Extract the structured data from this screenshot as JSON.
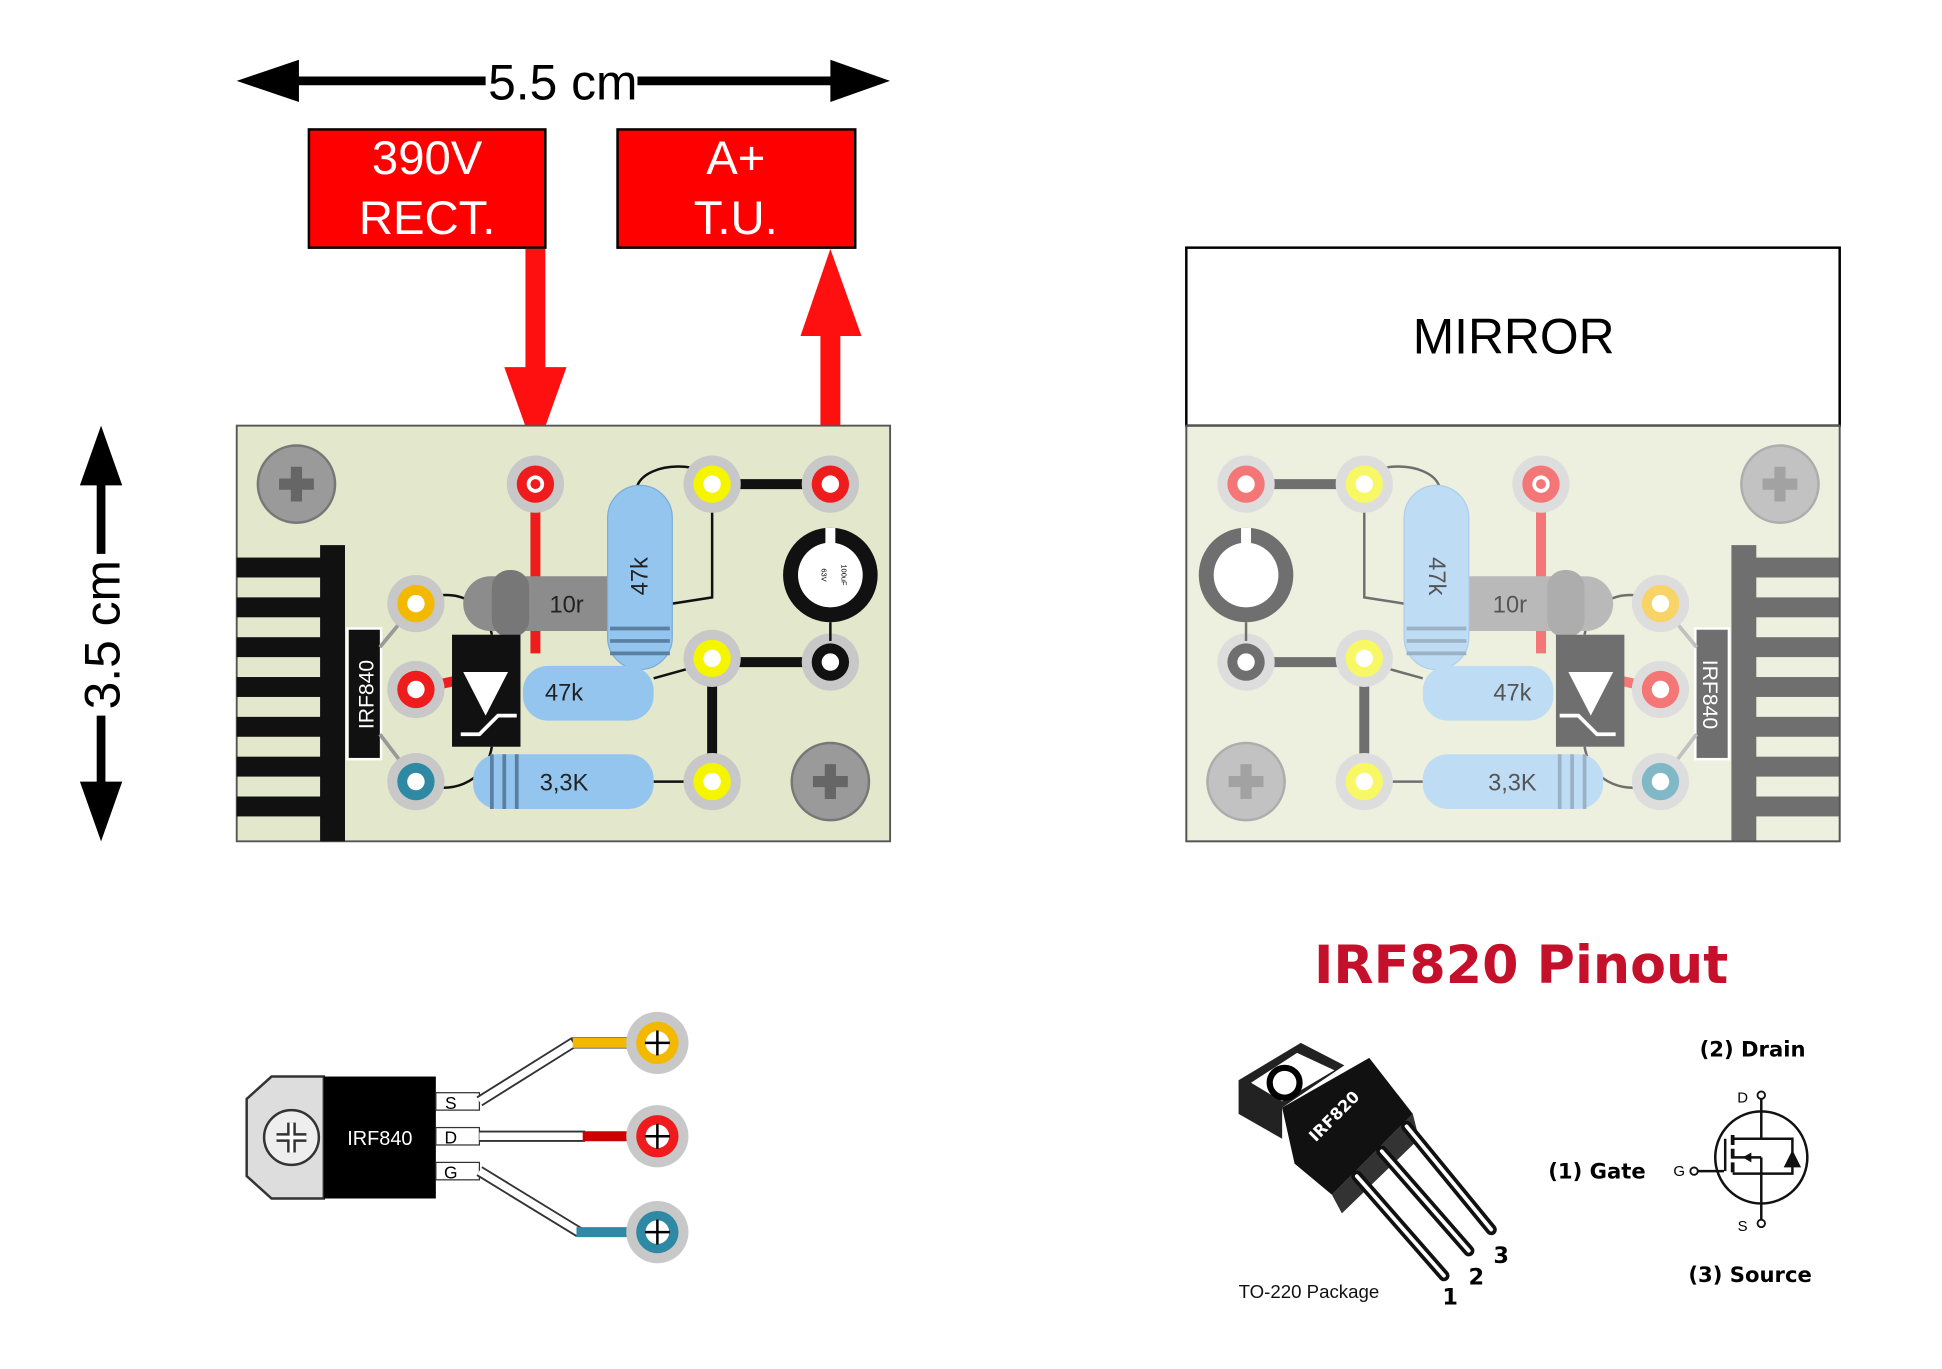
{
  "dimensions": {
    "width_label": "5.5 cm",
    "height_label": "3.5 cm"
  },
  "labels": {
    "input": {
      "line1": "390V",
      "line2": "RECT."
    },
    "output": {
      "line1": "A+",
      "line2": "T.U."
    },
    "mirror": "MIRROR"
  },
  "board": {
    "r_gate": "10r",
    "r_vertical": "47k",
    "r_middle": "47k",
    "r_bottom": "3,3K",
    "transistor": "IRF840",
    "capacitor_value": "100uF",
    "capacitor_voltage": "63V"
  },
  "lead_diagram": {
    "part": "IRF840",
    "pins": [
      "S",
      "D",
      "G"
    ]
  },
  "pinout": {
    "title": "IRF820 Pinout",
    "part": "IRF820",
    "package": "TO-220 Package",
    "pin_numbers": [
      "1",
      "2",
      "3"
    ],
    "drain": "(2) Drain",
    "gate": "(1) Gate",
    "source": "(3) Source",
    "sym_d": "D",
    "sym_g": "G",
    "sym_s": "S"
  },
  "colors": {
    "arrow_red": "#ff1010",
    "title_red": "#c4102a",
    "board": "#e3e7cb",
    "resistor_blue": "#93c5ee",
    "pad_yellow": "#f5f500",
    "pad_red": "#ee1c1c",
    "pad_teal": "#2e8aa4",
    "pad_orange": "#f2b900"
  }
}
